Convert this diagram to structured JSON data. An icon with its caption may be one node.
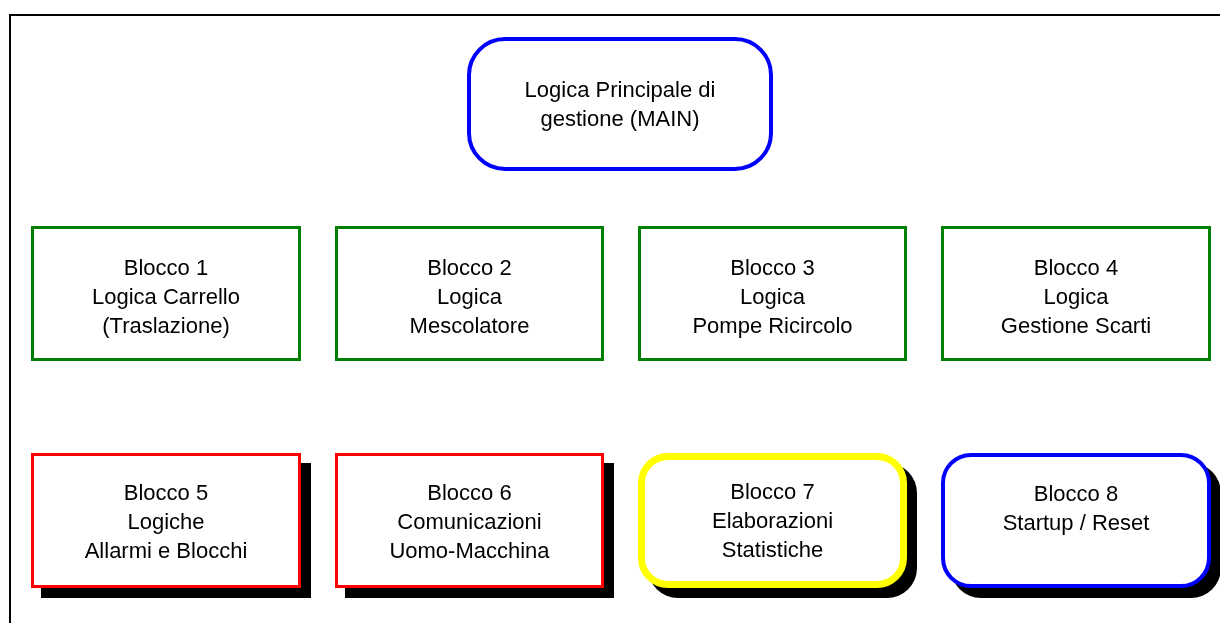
{
  "diagram": {
    "nodes": [
      {
        "text": [
          "Logica Principale di gestione (MAIN)"
        ]
      },
      {
        "text": [
          "Blocco 1",
          "Logica Carrello",
          "(Traslazione)"
        ]
      },
      {
        "text": [
          "Blocco 2",
          "Logica",
          "Mescolatore"
        ]
      },
      {
        "text": [
          "Blocco 3",
          "Logica",
          "Pompe Ricircolo"
        ]
      },
      {
        "text": [
          "Blocco 4",
          "Logica",
          "Gestione Scarti"
        ]
      },
      {
        "text": [
          "Blocco 5",
          "Logiche",
          "Allarmi e Blocchi"
        ]
      },
      {
        "text": [
          "Blocco 6",
          "Comunicazioni",
          "Uomo-Macchina"
        ]
      },
      {
        "text": [
          "Blocco 7",
          "Elaborazioni",
          "Statistiche"
        ]
      },
      {
        "text": [
          "Blocco 8",
          "Startup / Reset"
        ]
      }
    ]
  }
}
